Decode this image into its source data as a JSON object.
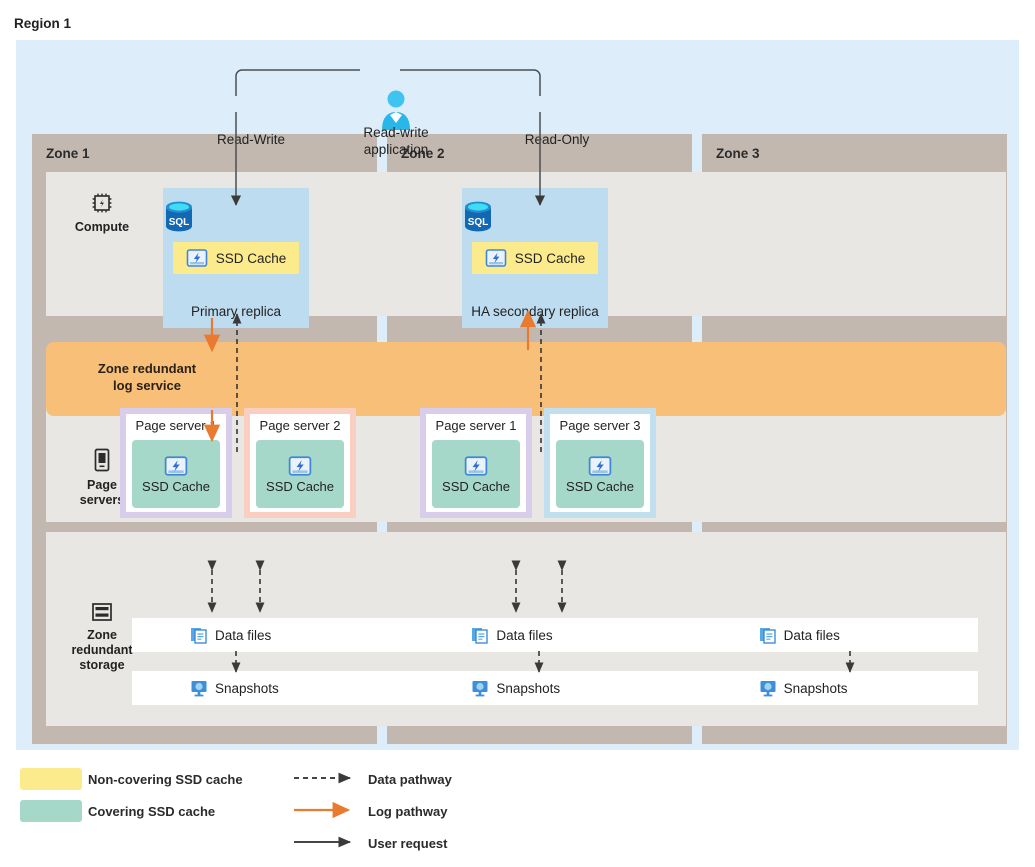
{
  "region": {
    "title": "Region 1"
  },
  "app": {
    "icon": "user-icon",
    "label": "Read-write\napplication",
    "label_line1": "Read-write",
    "label_line2": "application",
    "read_write_label": "Read-Write",
    "read_only_label": "Read-Only"
  },
  "zones": [
    {
      "name": "Zone 1"
    },
    {
      "name": "Zone 2"
    },
    {
      "name": "Zone 3"
    }
  ],
  "rows": {
    "compute": {
      "label": "Compute",
      "icon": "cpu-icon"
    },
    "log": {
      "label_line1": "Zone redundant",
      "label_line2": "log service",
      "color": "#f7bf77"
    },
    "page_servers": {
      "label_line1": "Page",
      "label_line2": "servers",
      "icon": "server-icon"
    },
    "storage": {
      "label_line1": "Zone",
      "label_line2": "redundant",
      "label_line3": "storage",
      "icon": "storage-icon"
    }
  },
  "replicas": [
    {
      "zone": "Zone 1",
      "caption": "Primary replica",
      "cache_label": "SSD Cache",
      "cache_type": "non-covering",
      "db_icon": "sql-database-icon"
    },
    {
      "zone": "Zone 2",
      "caption": "HA secondary replica",
      "cache_label": "SSD Cache",
      "cache_type": "non-covering",
      "db_icon": "sql-database-icon"
    }
  ],
  "page_servers": [
    {
      "zone": "Zone 1",
      "name": "Page server 1",
      "cache_label": "SSD Cache",
      "border_color": "#d8cdea"
    },
    {
      "zone": "Zone 1",
      "name": "Page server 2",
      "cache_label": "SSD Cache",
      "border_color": "#f8cfc0"
    },
    {
      "zone": "Zone 2",
      "name": "Page server 1",
      "cache_label": "SSD Cache",
      "border_color": "#d8cdea"
    },
    {
      "zone": "Zone 2",
      "name": "Page server 3",
      "cache_label": "SSD Cache",
      "border_color": "#c2dff0"
    }
  ],
  "storage": {
    "data_files_label": "Data files",
    "snapshots_label": "Snapshots",
    "data_files_icon": "data-files-icon",
    "snapshots_icon": "snapshot-icon",
    "columns": 3
  },
  "legend": {
    "swatches": [
      {
        "label": "Non-covering SSD cache",
        "color": "#fceb8c"
      },
      {
        "label": "Covering SSD cache",
        "color": "#a5d8c8"
      }
    ],
    "lines": [
      {
        "label": "Data pathway",
        "style": "dashed",
        "color": "#2b2b2b"
      },
      {
        "label": "Log pathway",
        "style": "solid",
        "color": "#ea7a2e"
      },
      {
        "label": "User request",
        "style": "solid",
        "color": "#2b2b2b"
      }
    ]
  },
  "colors": {
    "region_bg": "#ddeefa",
    "zone_band": "#c3b8b0",
    "panel": "#e9e7e3",
    "replica_bg": "#bddcef",
    "log_bar": "#f7bf77",
    "non_covering_cache": "#fceb8c",
    "covering_cache": "#a5d8c8",
    "log_arrow": "#ea7a2e",
    "data_arrow": "#2b2b2b"
  }
}
